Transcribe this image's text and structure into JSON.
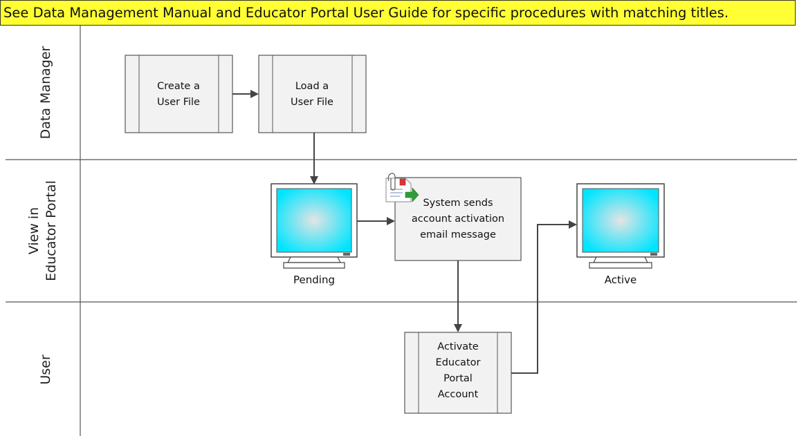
{
  "banner": {
    "text": "See Data Management Manual and Educator Portal User Guide for specific procedures with matching titles."
  },
  "lanes": {
    "data_manager": "Data Manager",
    "view_portal_line1": "View in",
    "view_portal_line2": "Educator Portal",
    "user": "User"
  },
  "steps": {
    "create_line1": "Create a",
    "create_line2": "User File",
    "load_line1": "Load a",
    "load_line2": "User File",
    "email_line1": "System sends",
    "email_line2": "account activation",
    "email_line3": "email message",
    "activate_line1": "Activate",
    "activate_line2": "Educator",
    "activate_line3": "Portal",
    "activate_line4": "Account"
  },
  "monitors": {
    "pending": "Pending",
    "active": "Active"
  },
  "colors": {
    "banner": "#ffff33",
    "box_fill": "#f2f2f2",
    "screen_edge": "#00e5ff",
    "screen_center": "#e4e4e4"
  }
}
